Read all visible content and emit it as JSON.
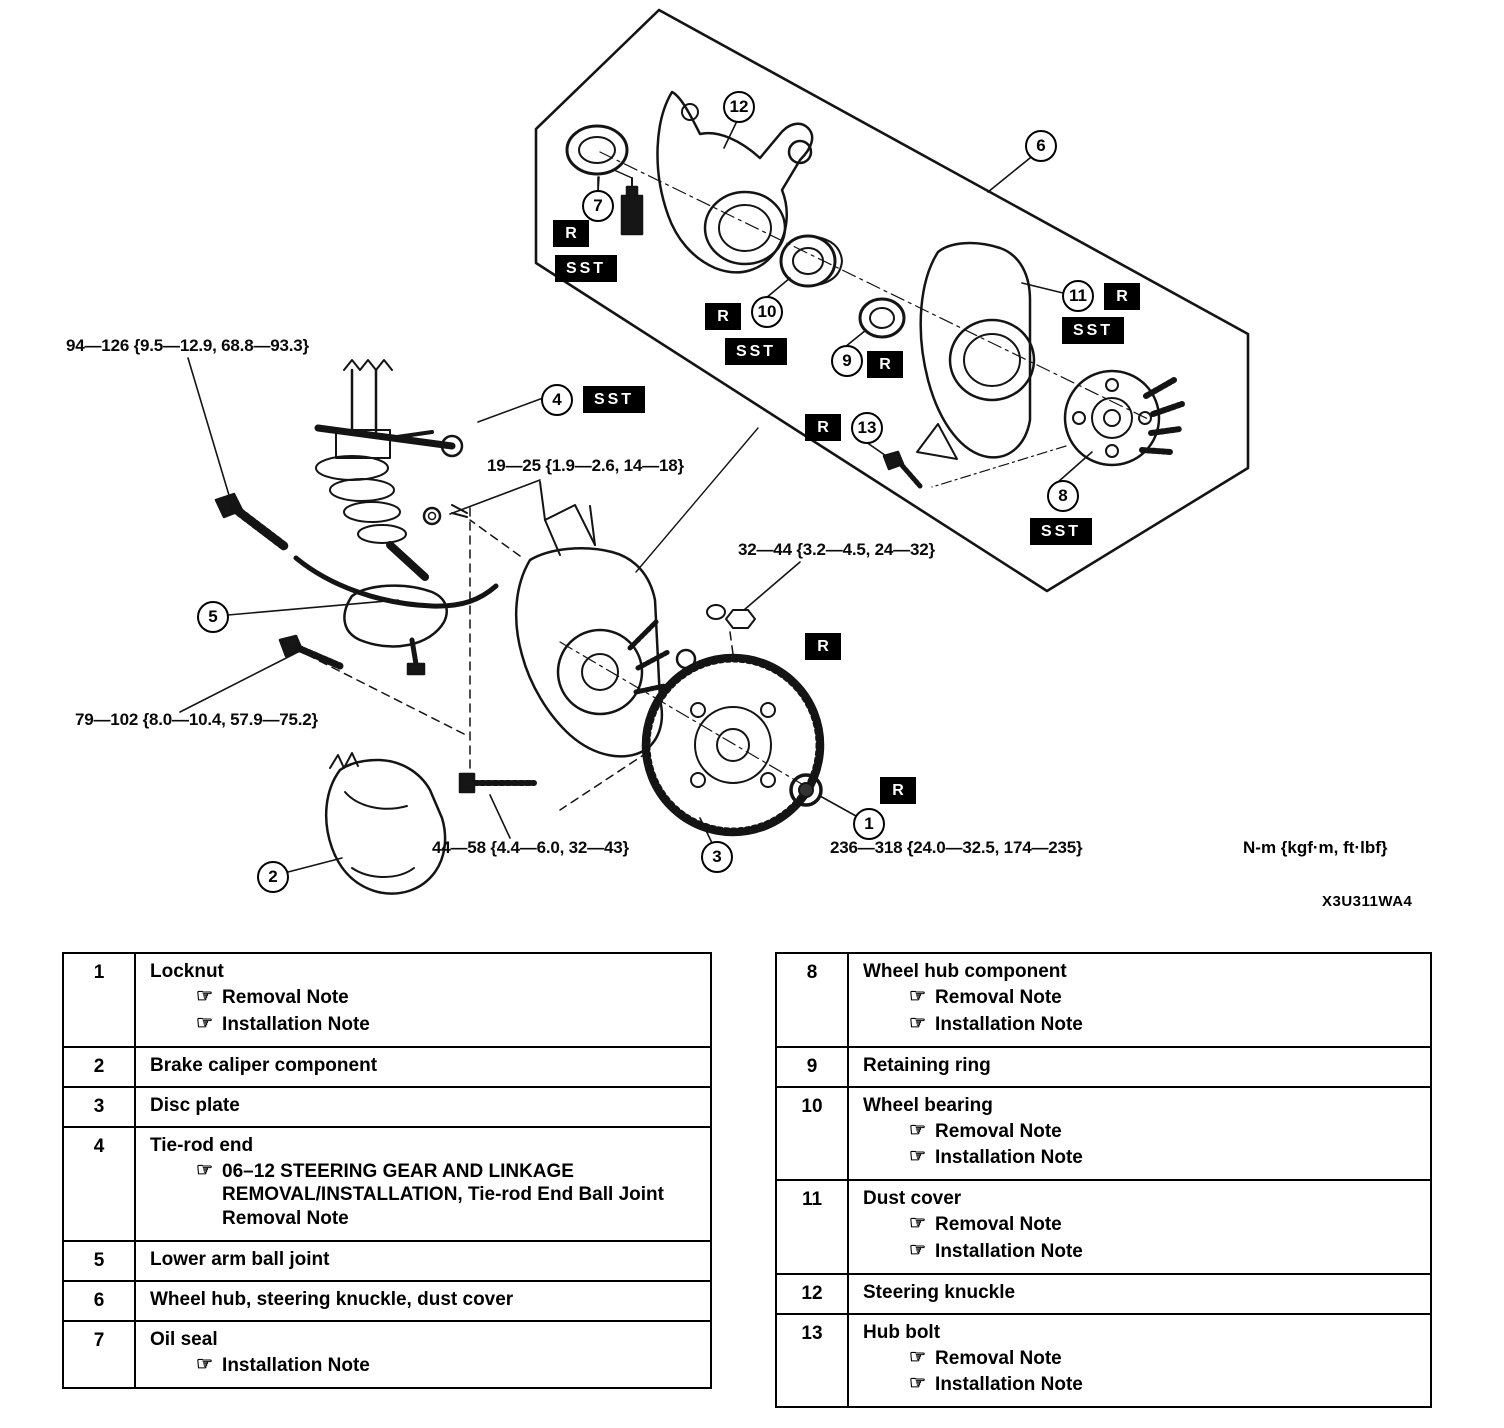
{
  "diagram": {
    "torque_labels": [
      {
        "text": "94—126 {9.5—12.9, 68.8—93.3}"
      },
      {
        "text": "19—25 {1.9—2.6, 14—18}"
      },
      {
        "text": "32—44 {3.2—4.5, 24—32}"
      },
      {
        "text": "79—102 {8.0—10.4, 57.9—75.2}"
      },
      {
        "text": "44—58 {4.4—6.0, 32—43}"
      },
      {
        "text": "236—318 {24.0—32.5, 174—235}"
      }
    ],
    "unit_note": "N-m {kgf·m, ft·lbf}",
    "figure_code": "X3U311WA4",
    "callouts": [
      {
        "n": "1"
      },
      {
        "n": "2"
      },
      {
        "n": "3"
      },
      {
        "n": "4"
      },
      {
        "n": "5"
      },
      {
        "n": "6"
      },
      {
        "n": "7"
      },
      {
        "n": "8"
      },
      {
        "n": "9"
      },
      {
        "n": "10"
      },
      {
        "n": "11"
      },
      {
        "n": "12"
      },
      {
        "n": "13"
      }
    ],
    "badges": [
      {
        "label": "R"
      },
      {
        "label": "SST"
      },
      {
        "label": "R"
      },
      {
        "label": "SST"
      },
      {
        "label": "R"
      },
      {
        "label": "SST"
      },
      {
        "label": "R"
      },
      {
        "label": "R"
      },
      {
        "label": "SST"
      },
      {
        "label": "SST"
      },
      {
        "label": "R"
      },
      {
        "label": "R"
      }
    ],
    "colors": {
      "line": "#111111",
      "badge_bg": "#000000",
      "badge_text": "#ffffff"
    }
  },
  "note_icon": "☞",
  "legend_left": {
    "rows": [
      {
        "num": "1",
        "title": "Locknut",
        "notes": [
          "Removal Note",
          "Installation Note"
        ]
      },
      {
        "num": "2",
        "title": "Brake caliper component",
        "notes": []
      },
      {
        "num": "3",
        "title": "Disc plate",
        "notes": []
      },
      {
        "num": "4",
        "title": "Tie-rod end",
        "notes": [
          "06–12 STEERING GEAR AND LINKAGE REMOVAL/INSTALLATION, Tie-rod End Ball Joint Removal Note"
        ]
      },
      {
        "num": "5",
        "title": "Lower arm ball joint",
        "notes": []
      },
      {
        "num": "6",
        "title": "Wheel hub, steering knuckle, dust cover",
        "notes": []
      },
      {
        "num": "7",
        "title": "Oil seal",
        "notes": [
          "Installation Note"
        ]
      }
    ]
  },
  "legend_right": {
    "rows": [
      {
        "num": "8",
        "title": "Wheel hub component",
        "notes": [
          "Removal Note",
          "Installation Note"
        ]
      },
      {
        "num": "9",
        "title": "Retaining ring",
        "notes": []
      },
      {
        "num": "10",
        "title": "Wheel bearing",
        "notes": [
          "Removal Note",
          "Installation Note"
        ]
      },
      {
        "num": "11",
        "title": "Dust cover",
        "notes": [
          "Removal Note",
          "Installation Note"
        ]
      },
      {
        "num": "12",
        "title": "Steering knuckle",
        "notes": []
      },
      {
        "num": "13",
        "title": "Hub bolt",
        "notes": [
          "Removal Note",
          "Installation Note"
        ]
      }
    ]
  }
}
